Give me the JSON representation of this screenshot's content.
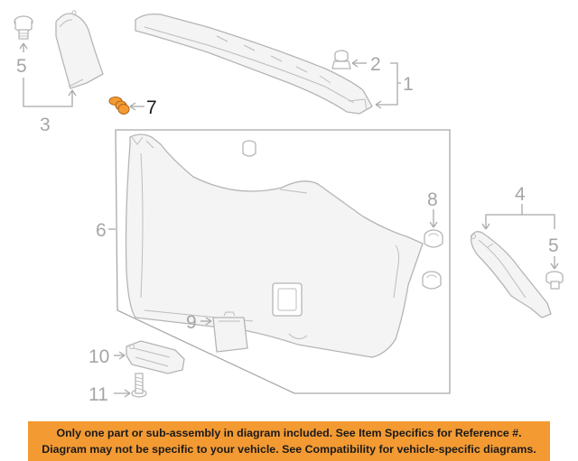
{
  "callouts": {
    "c1": "1",
    "c2": "2",
    "c3": "3",
    "c4": "4",
    "c5a": "5",
    "c5b": "5",
    "c6": "6",
    "c7": "7",
    "c8": "8",
    "c9": "9",
    "c10": "10",
    "c11": "11"
  },
  "highlighted_part": "7",
  "colors": {
    "banner_bg": "#f39a33",
    "highlight_part": "#f39a33",
    "line_art": "#b5b5b5",
    "callout_text": "#a6a6a6"
  },
  "disclaimer": {
    "line1": "Only one part or sub-assembly in diagram included. See Item Specifics for Reference #.",
    "line2": "Diagram may not be specific to your vehicle. See Compatibility for vehicle-specific diagrams."
  }
}
